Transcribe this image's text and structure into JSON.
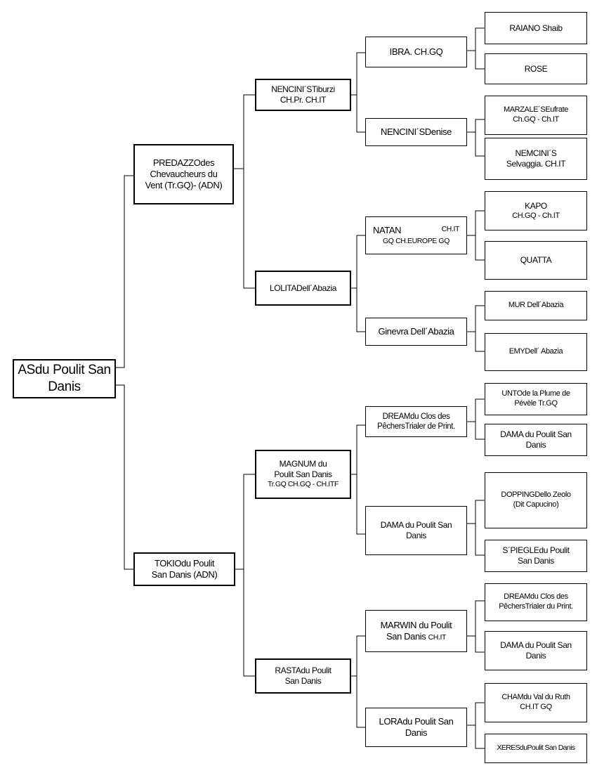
{
  "pedigree": {
    "subject": {
      "line1": "ASdu Poulit San",
      "line2": "Danis"
    },
    "sire": {
      "lines": [
        "PREDAZZOdes",
        "Chevaucheurs du",
        "Vent (Tr.GQ)- (ADN)"
      ],
      "sire": {
        "lines": [
          "NENCINI´STiburzi",
          "CH.Pr. CH.IT"
        ],
        "sire": {
          "lines": [
            "IBRA. CH.GQ"
          ],
          "sire": {
            "lines": [
              "RAIANO Shaib"
            ]
          },
          "dam": {
            "lines": [
              "ROSE"
            ]
          }
        },
        "dam": {
          "lines": [
            "NENCINI´SDenise"
          ],
          "sire": {
            "lines": [
              "MARZALE´SEufrate",
              "Ch.GQ - Ch.IT"
            ]
          },
          "dam": {
            "lines": [
              "NEMCINI´S",
              "Selvaggia. CH.IT"
            ]
          }
        }
      },
      "dam": {
        "lines": [
          "LOLITADell´Abazia"
        ],
        "sire": {
          "name": "NATAN",
          "title_right": "CH.IT",
          "line2": "GQ CH.EUROPE GQ",
          "sire": {
            "lines": [
              "KAPO",
              "CH.GQ - Ch.IT"
            ]
          },
          "dam": {
            "lines": [
              "QUATTA"
            ]
          }
        },
        "dam": {
          "lines": [
            "Ginevra Dell´Abazia"
          ],
          "sire": {
            "lines": [
              "MUR Dell´Abazia"
            ]
          },
          "dam": {
            "lines": [
              "EMYDell´ Abazia"
            ]
          }
        }
      }
    },
    "dam": {
      "lines": [
        "TOKIOdu Poulit",
        "San Danis (ADN)"
      ],
      "sire": {
        "lines": [
          "MAGNUM du",
          "Poulit San Danis",
          "Tr.GQ CH.GQ - CH.ITF"
        ],
        "sire": {
          "lines": [
            "DREAMdu Clos des",
            "PêchersTrialer de Print."
          ],
          "sire": {
            "lines": [
              "UNTOde la Plume de",
              "Pévèle Tr.GQ"
            ]
          },
          "dam": {
            "lines": [
              "DAMA du Poulit San",
              "Danis"
            ]
          }
        },
        "dam": {
          "lines": [
            "DAMA du Poulit San",
            "Danis"
          ],
          "sire": {
            "lines": [
              "DOPPINGDello Zeolo",
              "(Dit Capucino)"
            ]
          },
          "dam": {
            "lines": [
              "S´PIEGLEdu Poulit",
              "San Danis"
            ]
          }
        }
      },
      "dam": {
        "lines": [
          "RASTAdu Poulit",
          "San Danis"
        ],
        "sire": {
          "line1": "MARWIN du Poulit",
          "line2_name": "San Danis",
          "line2_title": "CH.IT",
          "sire": {
            "lines": [
              "DREAMdu Clos des",
              "PêchersTrialer du Print."
            ]
          },
          "dam": {
            "lines": [
              "DAMA du Poulit San",
              "Danis"
            ]
          }
        },
        "dam": {
          "lines": [
            "LORAdu Poulit San",
            "Danis"
          ],
          "sire": {
            "lines": [
              "CHAMdu Val du Ruth",
              "CH.IT GQ"
            ]
          },
          "dam": {
            "lines": [
              "XERESduPoulit  San Danis"
            ]
          }
        }
      }
    }
  }
}
